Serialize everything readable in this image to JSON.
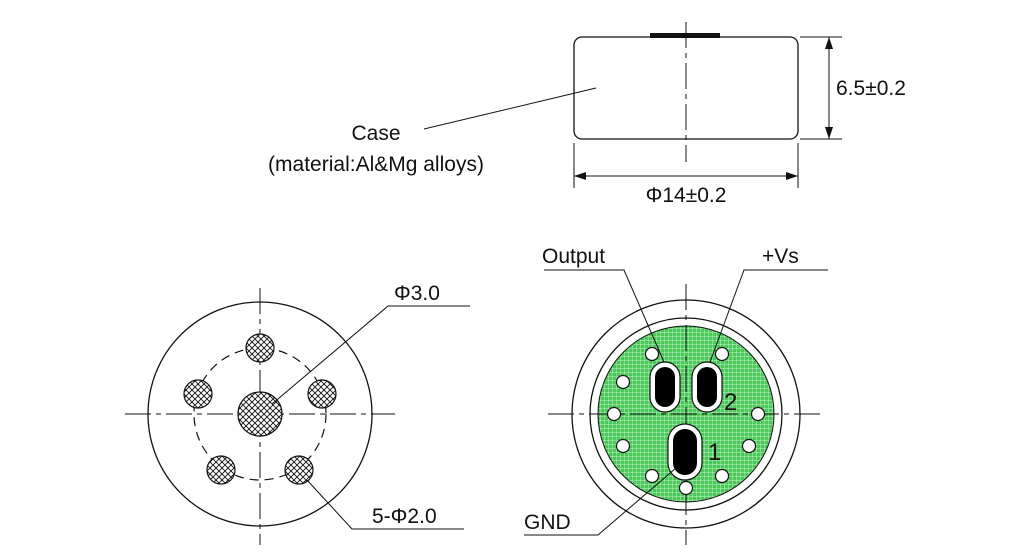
{
  "side_view": {
    "case_label": "Case",
    "material_label": "(material:Al&Mg alloys)",
    "height_dim": "6.5±0.2",
    "diameter_dim": "Φ14±0.2"
  },
  "bottom_view": {
    "center_hole_dim": "Φ3.0",
    "holes_dim": "5-Φ2.0"
  },
  "pcb_view": {
    "output_label": "Output",
    "vs_label": "+Vs",
    "gnd_label": "GND",
    "pin1": "1",
    "pin2": "2",
    "colors": {
      "pcb_green": "#4cc85a",
      "pad_black": "#000000"
    }
  }
}
